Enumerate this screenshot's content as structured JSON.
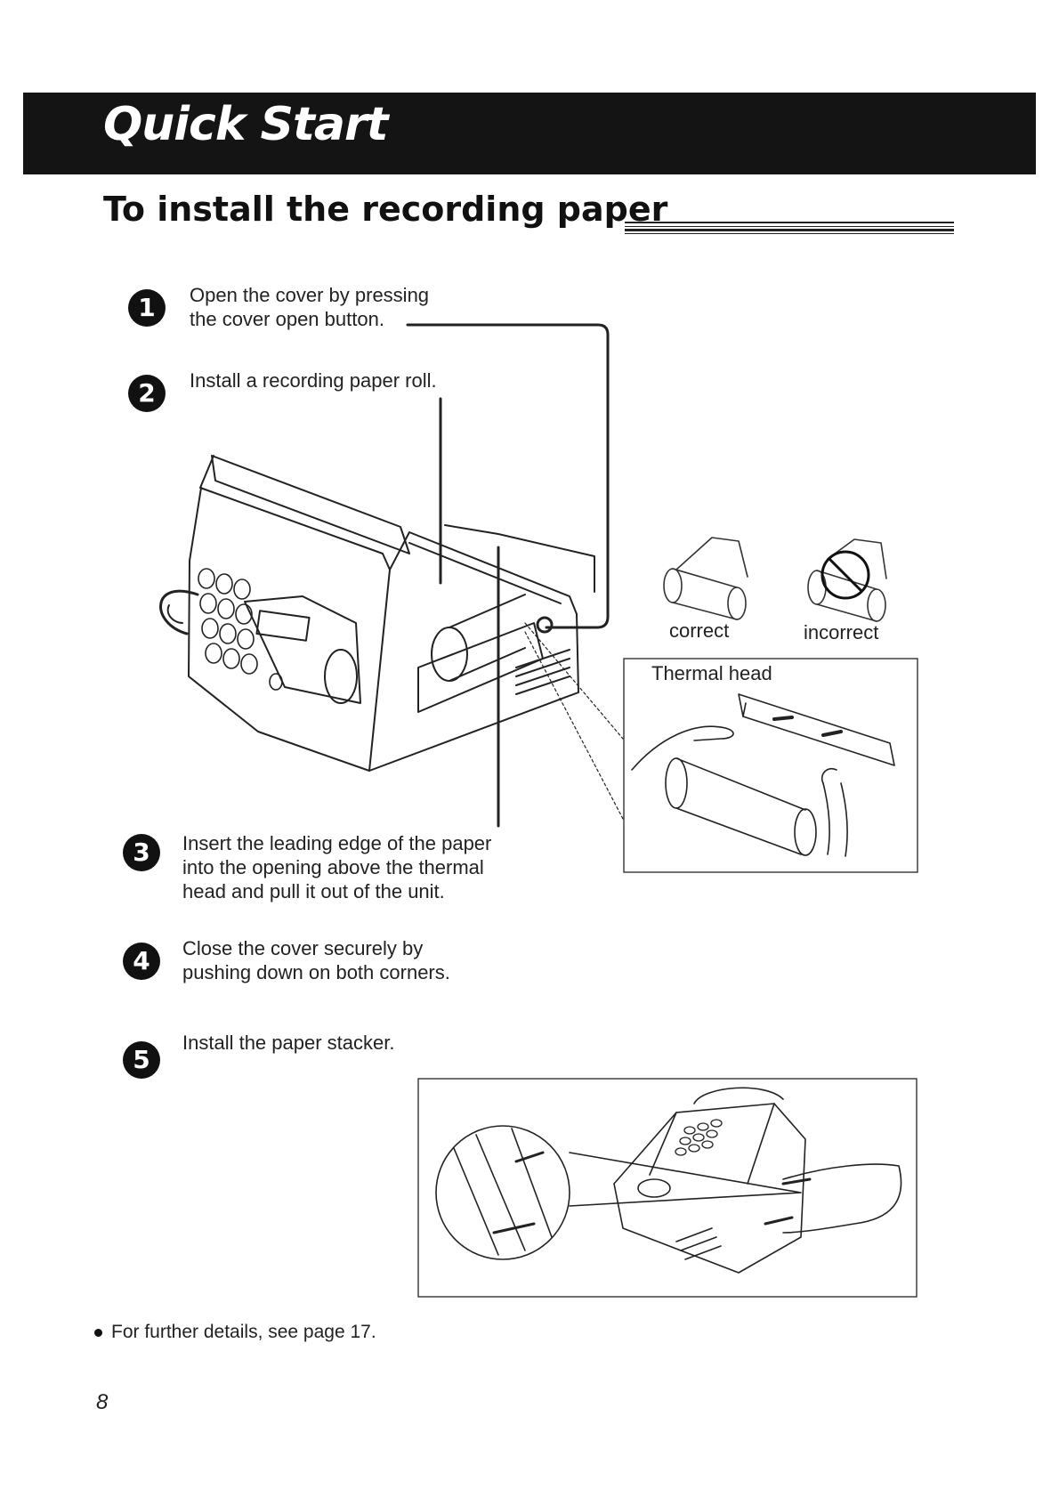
{
  "header": {
    "title": "Quick Start"
  },
  "section_title": "To install the recording paper",
  "steps": [
    {
      "number": "1",
      "lines": [
        "Open the cover by pressing",
        "the cover open button."
      ]
    },
    {
      "number": "2",
      "lines": [
        "Install a recording paper roll."
      ]
    },
    {
      "number": "3",
      "lines": [
        "Insert the leading edge of the paper",
        "into the opening above the thermal",
        "head and pull it out of the unit."
      ]
    },
    {
      "number": "4",
      "lines": [
        "Close the cover securely by",
        "pushing down on both corners."
      ]
    },
    {
      "number": "5",
      "lines": [
        "Install the paper stacker."
      ]
    }
  ],
  "figures": {
    "roll_correct_label": "correct",
    "roll_incorrect_label": "incorrect",
    "thermal_head_label": "Thermal head",
    "fax_machine_icon": "fax-machine-illustration",
    "stacker_icon": "paper-stacker-illustration"
  },
  "footer": {
    "note": "For further details, see page 17.",
    "page_number": "8"
  }
}
